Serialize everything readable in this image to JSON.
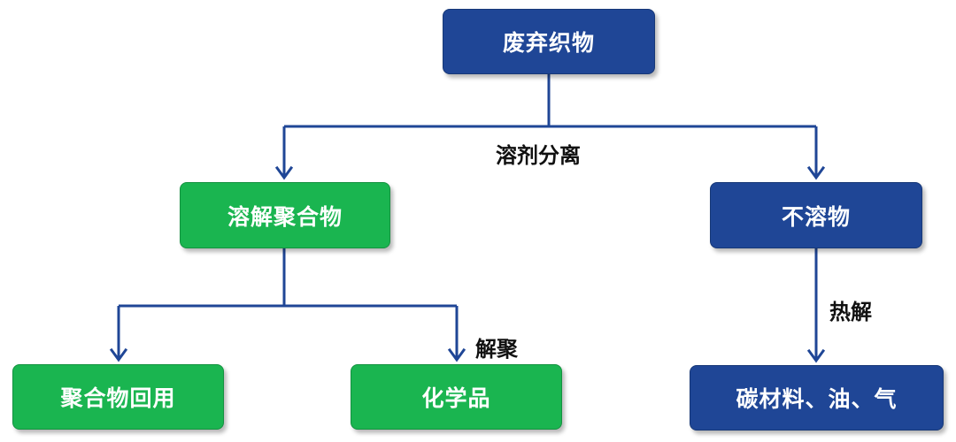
{
  "nodes": {
    "waste_textiles": "废弃织物",
    "dissolved_polymer": "溶解聚合物",
    "insoluble_matter": "不溶物",
    "polymer_recycling": "聚合物回用",
    "chemicals": "化学品",
    "carbon_oil_gas": "碳材料、油、气"
  },
  "edge_labels": {
    "solvent_separation": "溶剂分离",
    "depolymerization": "解聚",
    "pyrolysis": "热解"
  },
  "colors": {
    "blue_node": "#1f4696",
    "green_node": "#1ab550",
    "connector": "#1f4696"
  }
}
